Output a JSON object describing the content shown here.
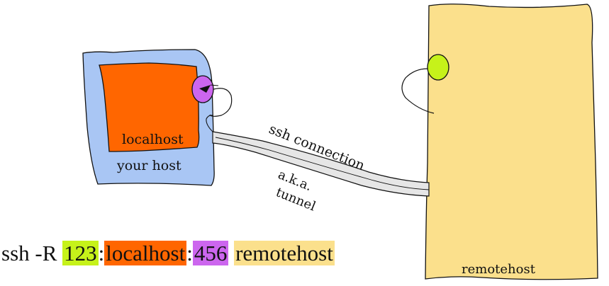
{
  "colors": {
    "your_host_fill": "#a9c6f4",
    "localhost_fill": "#ff6600",
    "remotehost_fill": "#fbe08c",
    "local_port_fill": "#cc66ee",
    "remote_port_fill": "#c6f21a",
    "tunnel_fill": "#e6e6e6",
    "outline": "#111111"
  },
  "labels": {
    "localhost": "localhost",
    "your_host": "your host",
    "ssh_connection": "ssh connection",
    "aka": "a.k.a.",
    "tunnel": "tunnel",
    "remotehost": "remotehost"
  },
  "command": {
    "prefix": "ssh -R ",
    "remote_port": "123",
    "sep1": ":",
    "host": "localhost",
    "sep2": ":",
    "local_port": "456",
    "space": " ",
    "destination": "remotehost"
  }
}
